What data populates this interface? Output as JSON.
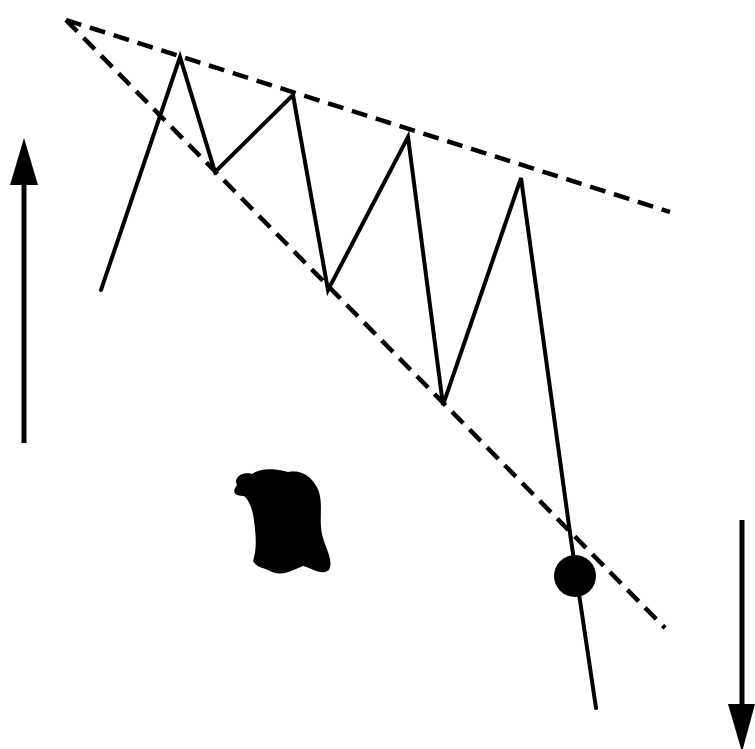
{
  "diagram": {
    "kind": "falling wedge chart pattern with breakdown",
    "ink_color": "#000000",
    "background_color": "#ffffff",
    "elements": [
      "upper-trendline",
      "lower-trendline",
      "price-zigzag",
      "breakout-point",
      "bear-silhouette",
      "up-arrow",
      "down-arrow"
    ],
    "icons": {
      "left_arrow": "arrow-up-icon",
      "right_arrow": "arrow-down-icon",
      "animal": "bear-icon"
    }
  }
}
